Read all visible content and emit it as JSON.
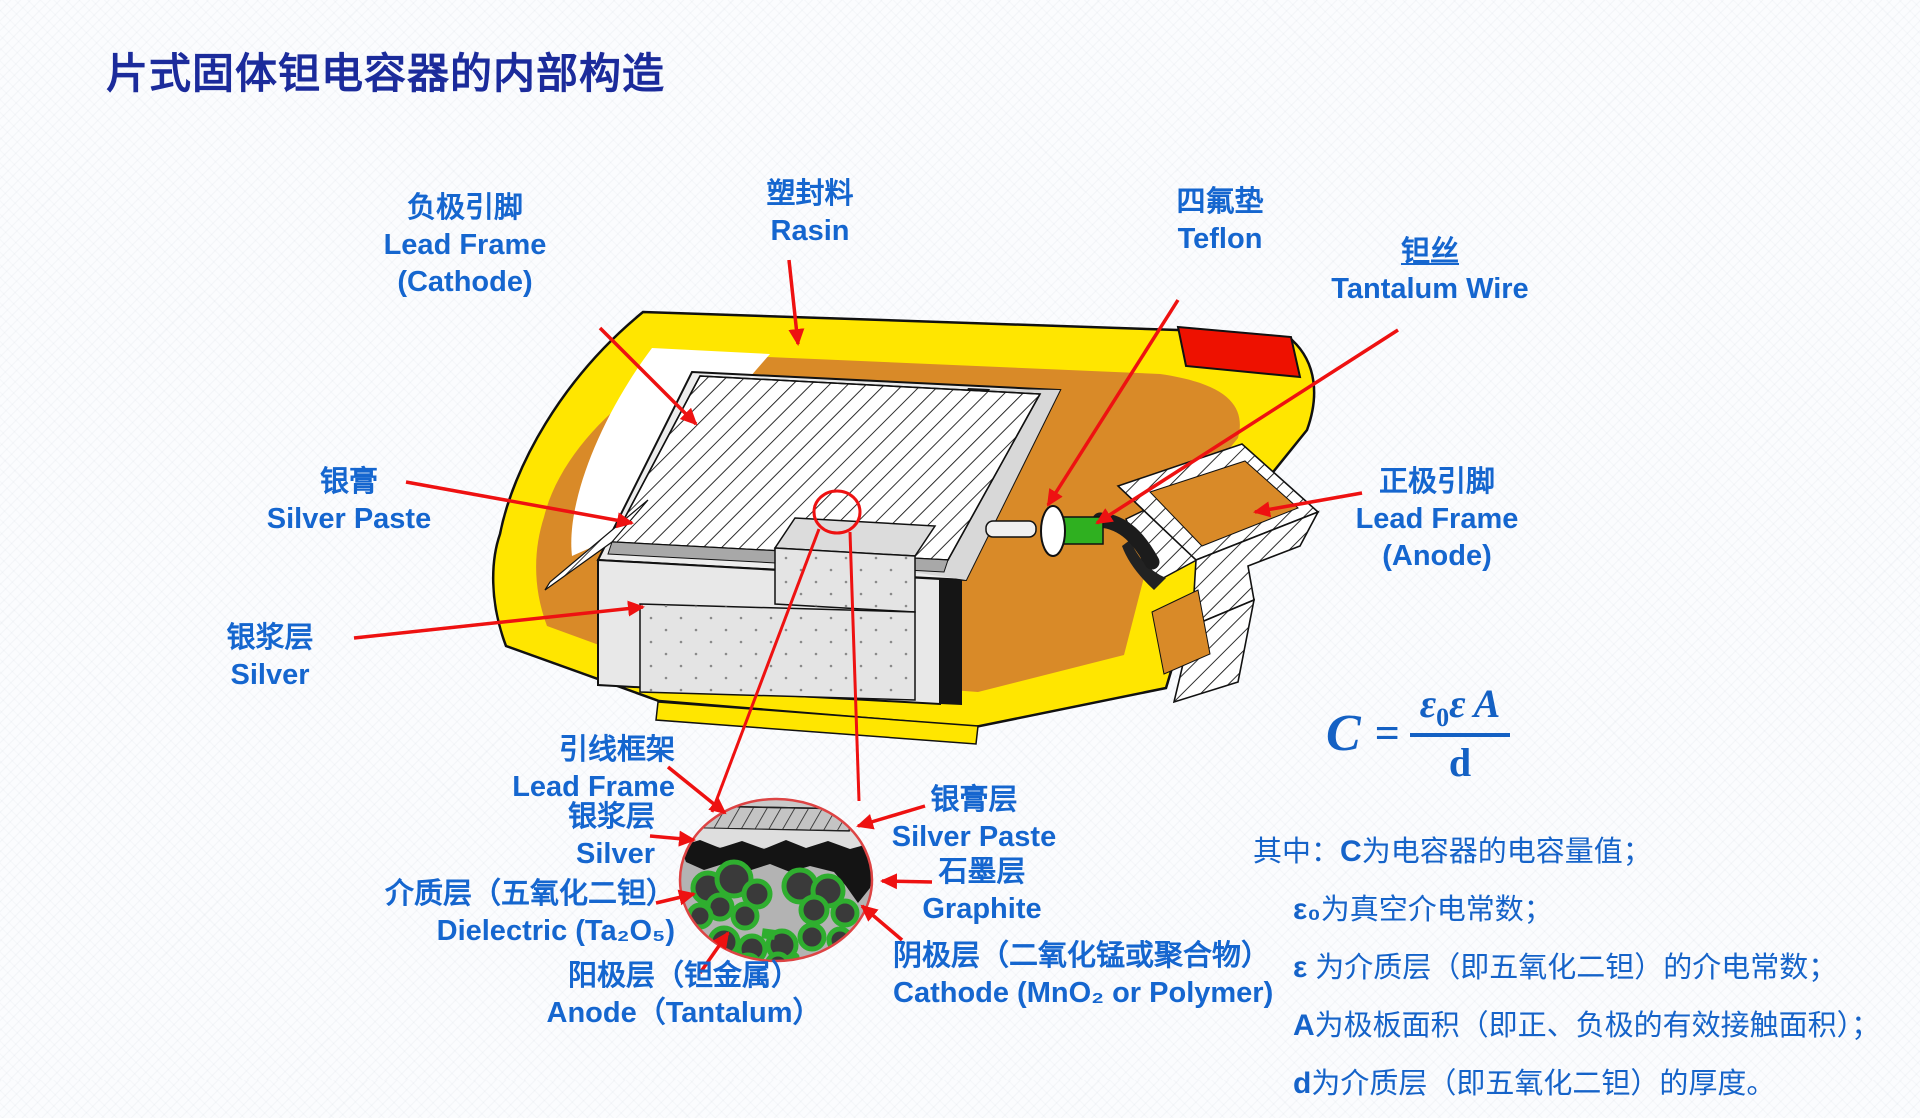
{
  "title": "片式固体钽电容器的内部构造",
  "labels": {
    "cathode_lead": {
      "cn": "负极引脚",
      "en1": "Lead Frame",
      "en2": "(Cathode)"
    },
    "resin": {
      "cn": "塑封料",
      "en": "Rasin"
    },
    "teflon": {
      "cn": "四氟垫",
      "en": "Teflon"
    },
    "tantalum_wire": {
      "cn": "钽丝",
      "en": "Tantalum Wire"
    },
    "silver_paste": {
      "cn": "银膏",
      "en": "Silver Paste"
    },
    "silver_layer": {
      "cn": "银浆层",
      "en": "Silver"
    },
    "anode_lead": {
      "cn": "正极引脚",
      "en1": "Lead Frame",
      "en2": "(Anode)"
    },
    "zoom_lead_frame": {
      "cn": "引线框架",
      "en": "Lead Frame"
    },
    "zoom_silver": {
      "cn": "银浆层",
      "en": "Silver"
    },
    "zoom_dielectric": {
      "cn": "介质层（五氧化二钽）",
      "en": "Dielectric (Ta₂O₅)"
    },
    "zoom_anode": {
      "cn": "阳极层（钽金属）",
      "en": "Anode（Tantalum）"
    },
    "zoom_silver_paste": {
      "cn": "银膏层",
      "en": "Silver Paste"
    },
    "zoom_graphite": {
      "cn": "石墨层",
      "en": "Graphite"
    },
    "zoom_cathode": {
      "cn": "阴极层（二氧化锰或聚合物）",
      "en": "Cathode (MnO₂ or Polymer)"
    }
  },
  "formula": {
    "C": "C",
    "eq": "=",
    "eps": "ε",
    "sub": "0",
    "eps2": "ε",
    "A": "A",
    "d": "d"
  },
  "notes": [
    {
      "pre": "其中：",
      "sym": "C",
      "rest": "为电容器的电容量值；"
    },
    {
      "pre": "",
      "sym": "ε₀",
      "rest": "为真空介电常数；"
    },
    {
      "pre": "",
      "sym": "ε",
      "rest": " 为介质层（即五氧化二钽）的介电常数；"
    },
    {
      "pre": "",
      "sym": "A",
      "rest": "为极板面积（即正、负极的有效接触面积）；"
    },
    {
      "pre": "",
      "sym": "d",
      "rest": "为介质层（即五氧化二钽）的厚度。"
    }
  ],
  "colors": {
    "title_blue": "#1b2b9b",
    "label_blue": "#1566cf",
    "case_yellow": "#ffe600",
    "interior_orange": "#d98a28",
    "polarity_red": "#ee1100",
    "arrow_red": "#ee1111",
    "dielectric_green": "#2fae2f",
    "body_gray": "#e8e8e8"
  }
}
